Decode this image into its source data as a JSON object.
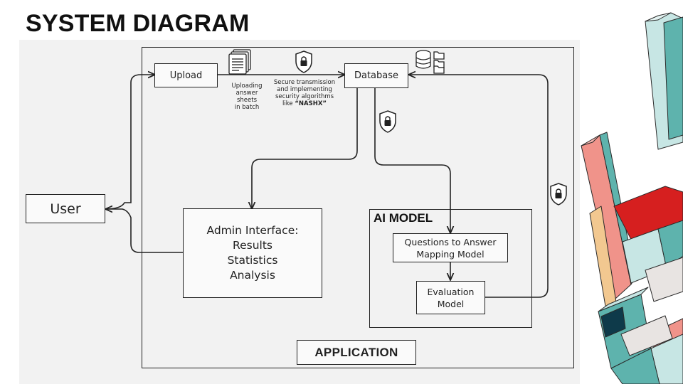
{
  "title": "SYSTEM DIAGRAM",
  "nodes": {
    "user": "User",
    "upload": "Upload",
    "database": "Database",
    "admin": {
      "line1": "Admin Interface:",
      "line2": "Results",
      "line3": "Statistics",
      "line4": "Analysis"
    },
    "ai_model": "AI MODEL",
    "mapping": {
      "line1": "Questions to Answer",
      "line2": "Mapping Model"
    },
    "evaluation": {
      "line1": "Evaluation",
      "line2": "Model"
    },
    "application": "APPLICATION"
  },
  "captions": {
    "upload": {
      "line1": "Uploading",
      "line2": "answer sheets",
      "line3": "in batch"
    },
    "secure": {
      "line1": "Secure transmission",
      "line2": "and implementing",
      "line3": "security algorithms",
      "line4_prefix": "like ",
      "line4_bold": "“NASHX”"
    }
  },
  "icons": [
    "document-stack-icon",
    "shield-lock-icon",
    "database-folders-icon"
  ],
  "colors": {
    "coral": "#f0938a",
    "teal": "#5eb3ad",
    "light_teal": "#c7e6e4",
    "red": "#d61f1f",
    "peach": "#f2c890",
    "dark_navy": "#0e3a4a",
    "diagram_bg": "#f2f2f2"
  }
}
